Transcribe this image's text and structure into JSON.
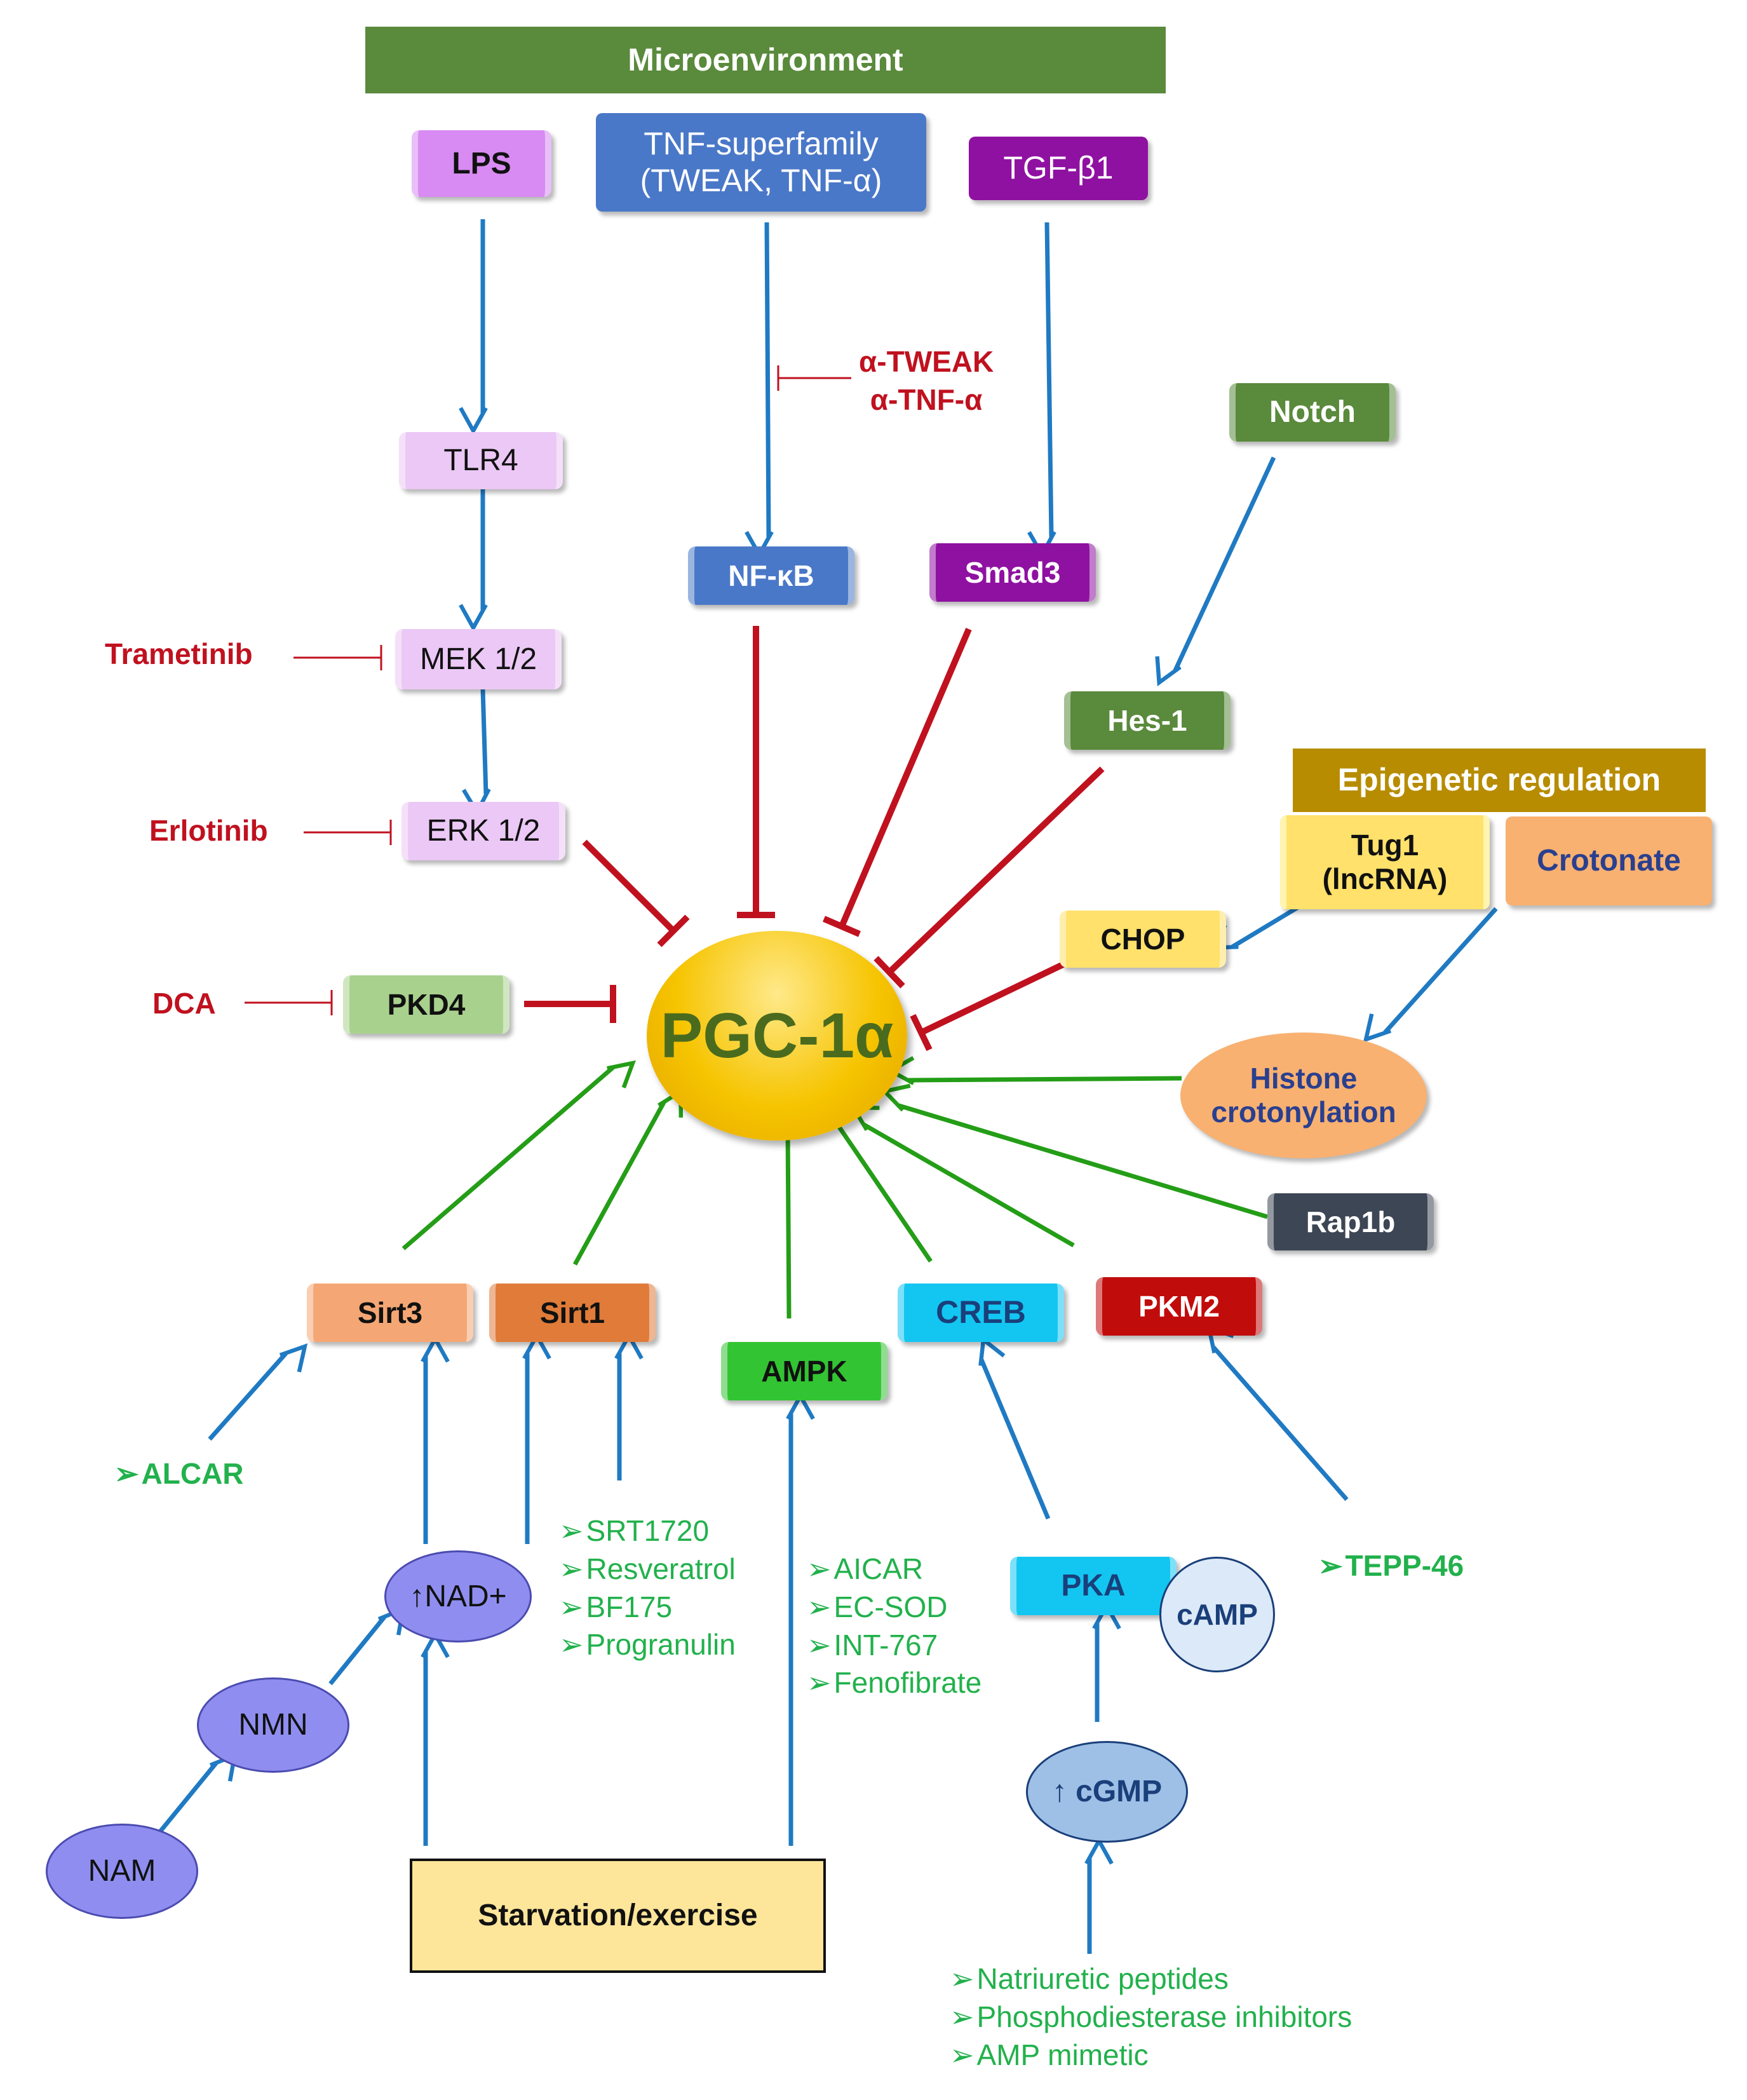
{
  "microenvironment": "Microenvironment",
  "epigenetic": "Epigenetic regulation",
  "center": "PGC-1α",
  "nodes": {
    "lps": "LPS",
    "tnf_l1": "TNF-superfamily",
    "tnf_l2": "(TWEAK, TNF-α)",
    "tgf": "TGF-β1",
    "tlr4": "TLR4",
    "mek": "MEK 1/2",
    "erk": "ERK 1/2",
    "nfkb": "NF-κB",
    "smad3": "Smad3",
    "notch": "Notch",
    "hes1": "Hes-1",
    "tug1_l1": "Tug1",
    "tug1_l2": "(lncRNA)",
    "crotonate": "Crotonate",
    "chop": "CHOP",
    "histone_l1": "Histone",
    "histone_l2": "crotonylation",
    "pkd4": "PKD4",
    "rap1b": "Rap1b",
    "sirt3": "Sirt3",
    "sirt1": "Sirt1",
    "ampk": "AMPK",
    "creb": "CREB",
    "pkm2": "PKM2",
    "nad": "↑NAD+",
    "nmn": "NMN",
    "nam": "NAM",
    "starvation": "Starvation/exercise",
    "pka": "PKA",
    "camp": "cAMP",
    "cgmp": "↑ cGMP"
  },
  "inhibitors": {
    "trametinib": "Trametinib",
    "erlotinib": "Erlotinib",
    "dca": "DCA",
    "tweak_1": "α-TWEAK",
    "tweak_2": "α-TNF-α"
  },
  "activators": {
    "alcar": "ALCAR",
    "tepp": "TEPP-46",
    "sirt1_list": [
      "SRT1720",
      "Resveratrol",
      "BF175",
      "Progranulin"
    ],
    "ampk_list": [
      "AICAR",
      "EC-SOD",
      "INT-767",
      "Fenofibrate"
    ],
    "cgmp_list": [
      "Natriuretic peptides",
      "Phosphodiesterase inhibitors",
      "AMP mimetic"
    ]
  },
  "colors": {
    "activation": "#1f7ac3",
    "inhibition": "#c0111f",
    "induction": "#249d17",
    "header_green": "#5a8a3c",
    "header_gold": "#b78c00"
  }
}
